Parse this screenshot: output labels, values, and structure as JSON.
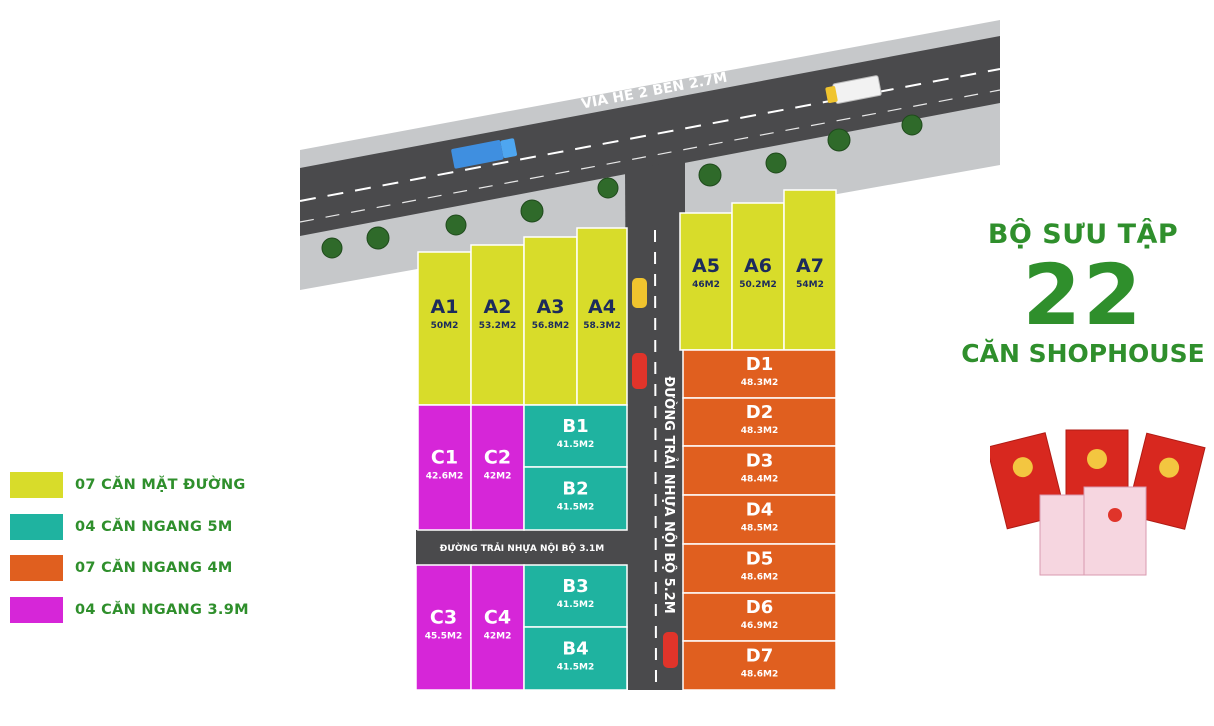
{
  "header": {
    "title": "BỘ SƯU TẬP",
    "count": "22",
    "subtitle": "CĂN SHOPHOUSE"
  },
  "roads": {
    "main_road_label": "VỈA HÈ 2 BÊN 2.7M",
    "vertical_road_label": "ĐƯỜNG TRẢI NHỰA NỘI BỘ 5.2M",
    "horizontal_road_label": "ĐƯỜNG TRẢI NHỰA NỘI BỘ 3.1M"
  },
  "legend": [
    {
      "label": "07 CĂN MẶT ĐƯỜNG",
      "color": "#d8dc2a"
    },
    {
      "label": "04 CĂN NGANG 5M",
      "color": "#1fb3a0"
    },
    {
      "label": "07 CĂN NGANG 4M",
      "color": "#e05f1f"
    },
    {
      "label": "04 CĂN NGANG 3.9M",
      "color": "#d626d8"
    }
  ],
  "lots": {
    "A1": {
      "code": "A1",
      "area": "50M2"
    },
    "A2": {
      "code": "A2",
      "area": "53.2M2"
    },
    "A3": {
      "code": "A3",
      "area": "56.8M2"
    },
    "A4": {
      "code": "A4",
      "area": "58.3M2"
    },
    "A5": {
      "code": "A5",
      "area": "46M2"
    },
    "A6": {
      "code": "A6",
      "area": "50.2M2"
    },
    "A7": {
      "code": "A7",
      "area": "54M2"
    },
    "B1": {
      "code": "B1",
      "area": "41.5M2"
    },
    "B2": {
      "code": "B2",
      "area": "41.5M2"
    },
    "B3": {
      "code": "B3",
      "area": "41.5M2"
    },
    "B4": {
      "code": "B4",
      "area": "41.5M2"
    },
    "C1": {
      "code": "C1",
      "area": "42.6M2"
    },
    "C2": {
      "code": "C2",
      "area": "42M2"
    },
    "C3": {
      "code": "C3",
      "area": "45.5M2"
    },
    "C4": {
      "code": "C4",
      "area": "42M2"
    },
    "D1": {
      "code": "D1",
      "area": "48.3M2"
    },
    "D2": {
      "code": "D2",
      "area": "48.3M2"
    },
    "D3": {
      "code": "D3",
      "area": "48.4M2"
    },
    "D4": {
      "code": "D4",
      "area": "48.5M2"
    },
    "D5": {
      "code": "D5",
      "area": "48.6M2"
    },
    "D6": {
      "code": "D6",
      "area": "46.9M2"
    },
    "D7": {
      "code": "D7",
      "area": "48.6M2"
    }
  },
  "colors": {
    "yellow": "#d8dc2a",
    "teal": "#1fb3a0",
    "orange": "#e05f1f",
    "magenta": "#d626d8",
    "brand_green": "#2f8f2c",
    "label_navy": "#1c2b5c"
  }
}
